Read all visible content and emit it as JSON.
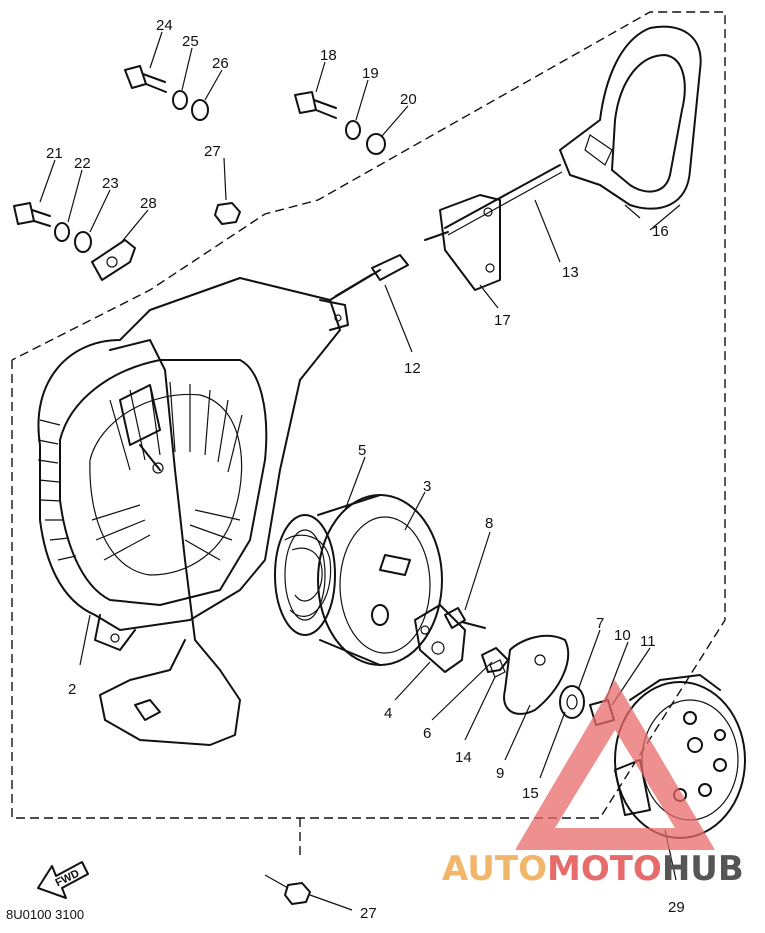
{
  "diagram": {
    "drawing_code": "8U0100 3100",
    "fwd_arrow_text": "FWD",
    "watermark": {
      "part1": "AUTO",
      "part2": "MOTO",
      "part3": "HUB"
    },
    "callouts": [
      "2",
      "3",
      "4",
      "5",
      "6",
      "7",
      "8",
      "9",
      "10",
      "11",
      "12",
      "13",
      "14",
      "15",
      "16",
      "17",
      "18",
      "19",
      "20",
      "21",
      "22",
      "23",
      "24",
      "25",
      "26",
      "27",
      "27",
      "28",
      "29"
    ]
  }
}
